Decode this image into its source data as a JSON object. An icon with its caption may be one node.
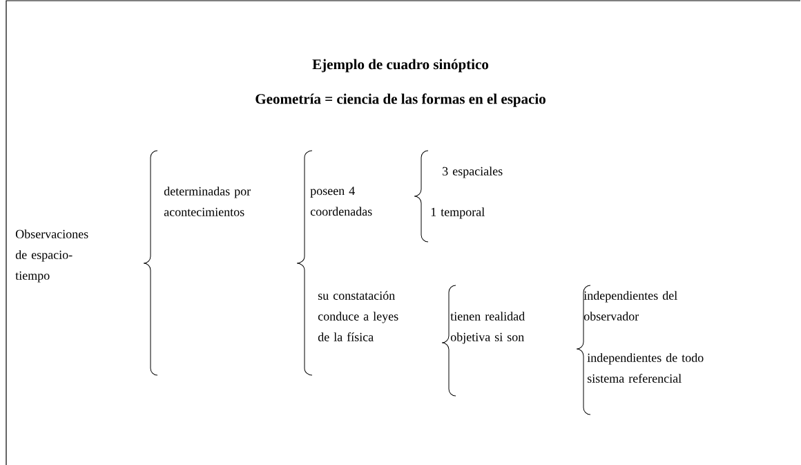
{
  "diagram": {
    "title": "Ejemplo de cuadro sinóptico",
    "labels": [
      "Geometría = ciencia de las formas en el espacio",
      "Observaciones de espacio-tiempo",
      "determinadas por acontecimientos",
      "poseen 4 coordenadas",
      "3 espaciales",
      "1 temporal",
      "su constatación conduce a leyes de la física",
      "tienen realidad objetiva si son",
      "independientes del observador",
      "independientes de todo sistema referencial"
    ]
  }
}
